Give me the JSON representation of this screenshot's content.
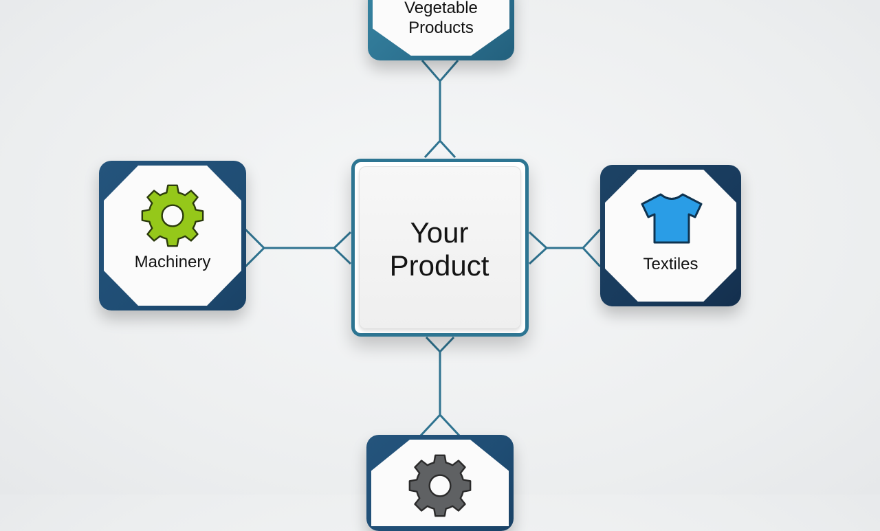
{
  "center": {
    "title": "Your Product"
  },
  "nodes": {
    "top": {
      "label_line1": "Vegetable",
      "label_line2": "Products"
    },
    "left": {
      "label": "Machinery",
      "icon": "gear-icon"
    },
    "right": {
      "label": "Textiles",
      "icon": "tshirt-icon"
    },
    "bottom": {
      "icon": "gear-icon"
    }
  },
  "colors": {
    "connector": "#2f7390",
    "teal_frame": "#2f7b99",
    "navy_frame": "#1f4d74",
    "dark_navy_frame": "#183a5c",
    "gear_green": "#95c81a",
    "shirt_blue": "#2a9de6",
    "gear_gray": "#5f6163"
  }
}
